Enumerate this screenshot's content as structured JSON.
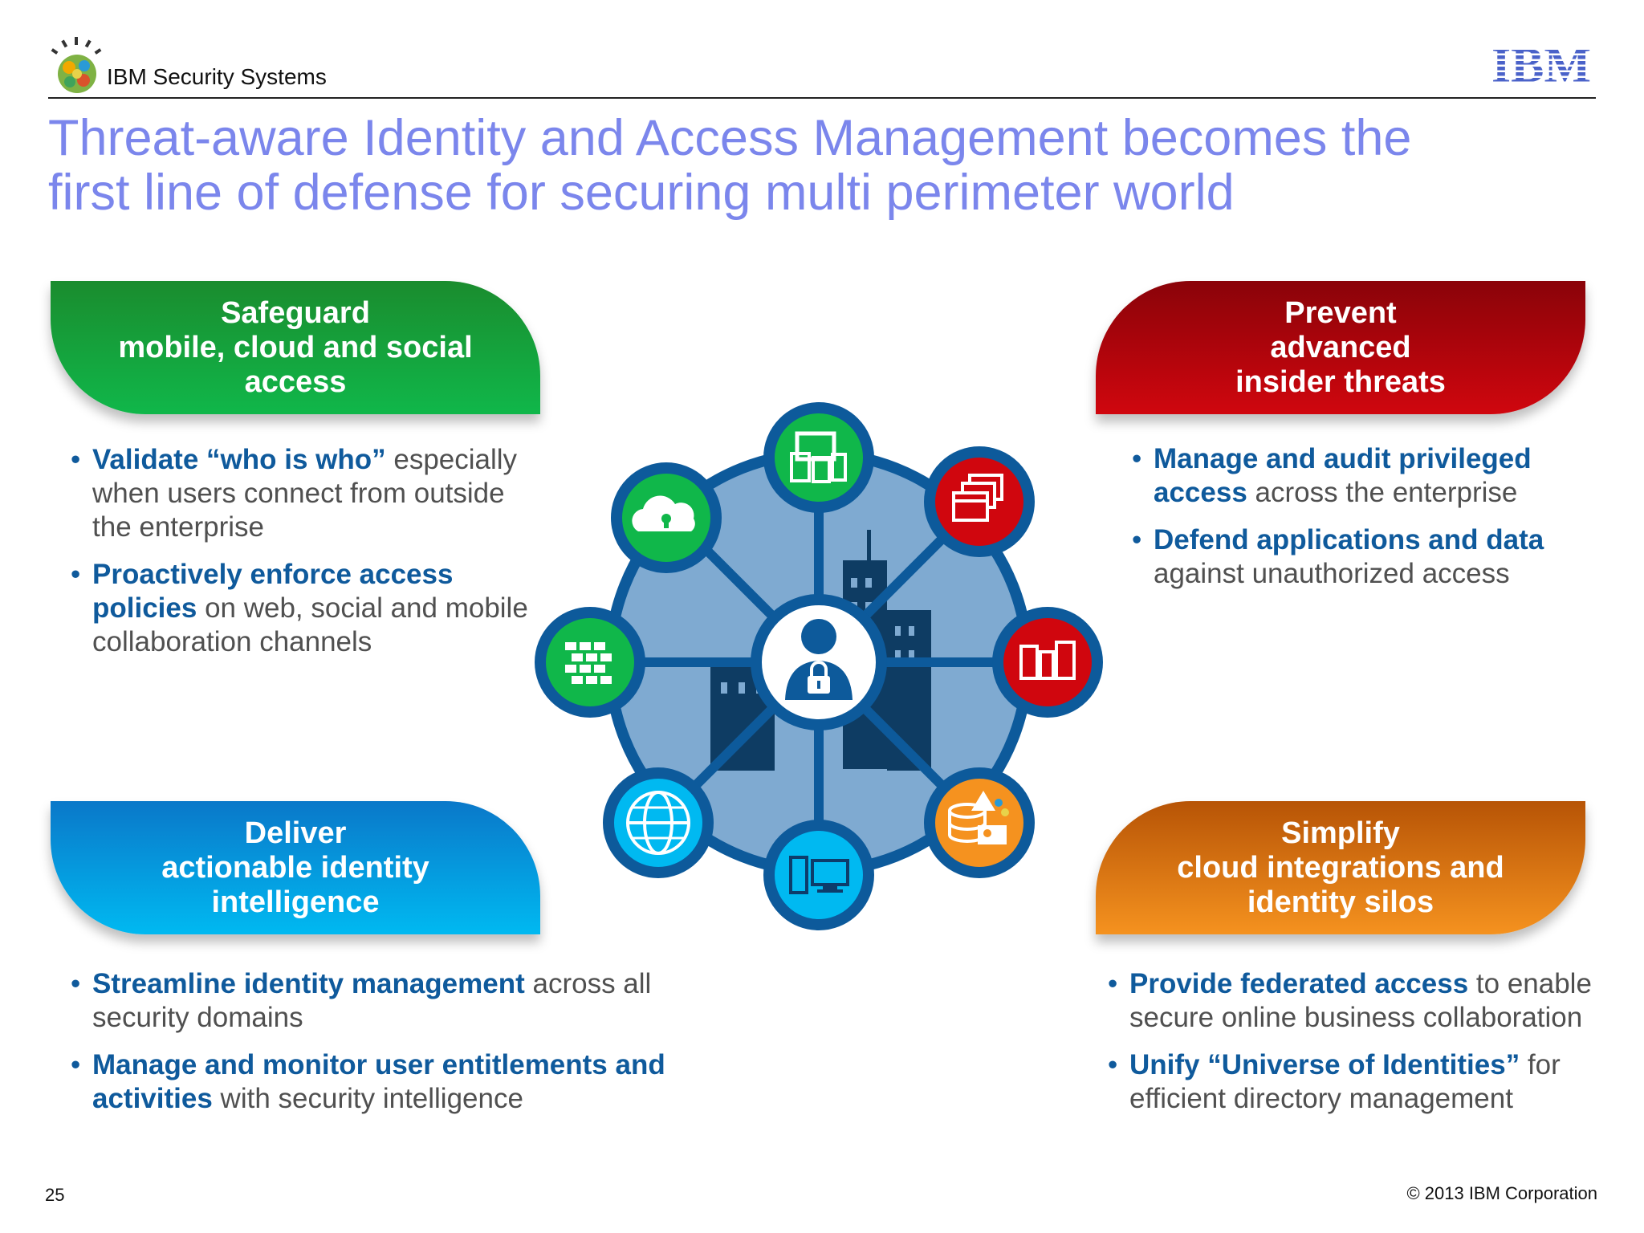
{
  "header": {
    "brand_text": "IBM Security Systems",
    "logo_text": "IBM",
    "title_line1": "Threat-aware Identity and Access Management becomes the",
    "title_line2": "first line of defense for securing multi perimeter world"
  },
  "tabs": {
    "safeguard": [
      "Safeguard",
      "mobile, cloud and social",
      "access"
    ],
    "prevent": [
      "Prevent",
      "advanced",
      "insider threats"
    ],
    "deliver": [
      "Deliver",
      "actionable identity",
      "intelligence"
    ],
    "simplify": [
      "Simplify",
      "cloud integrations and",
      "identity silos"
    ]
  },
  "bullets": {
    "safeguard": [
      {
        "em": "Validate “who is who”",
        "text": "especially when users connect from outside the enterprise"
      },
      {
        "em": "Proactively enforce access policies",
        "text": "on web, social and mobile collaboration channels"
      }
    ],
    "prevent": [
      {
        "em": "Manage and audit privileged access",
        "text": "across the enterprise"
      },
      {
        "em": "Defend applications and data",
        "text": "against unauthorized access"
      }
    ],
    "deliver": [
      {
        "em": "Streamline identity management",
        "text": "across all security domains"
      },
      {
        "em": "Manage and monitor user entitlements and activities",
        "text": "with security intelligence"
      }
    ],
    "simplify": [
      {
        "em": "Provide federated access",
        "text": "to enable secure online business collaboration"
      },
      {
        "em": "Unify “Universe of Identities”",
        "text": "for efficient directory management"
      }
    ]
  },
  "footer": {
    "page_number": "25",
    "copyright": "© 2013 IBM Corporation"
  },
  "colors": {
    "title": "#7b86ec",
    "bullet_emphasis": "#0f5a9c",
    "green": "#10b74a",
    "red": "#d0060e",
    "blue": "#00b9f1",
    "orange": "#f5921f",
    "hub_fill": "#7faad1",
    "hub_ring": "#0d5a9b"
  },
  "diagram": {
    "center_icon": "user-lock-icon",
    "nodes": [
      {
        "icon": "devices-icon",
        "color": "green"
      },
      {
        "icon": "windows-stack-icon",
        "color": "red"
      },
      {
        "icon": "server-rack-icon",
        "color": "red"
      },
      {
        "icon": "database-identity-icon",
        "color": "orange"
      },
      {
        "icon": "desktop-computer-icon",
        "color": "blue"
      },
      {
        "icon": "globe-icon",
        "color": "blue"
      },
      {
        "icon": "firewall-icon",
        "color": "green"
      },
      {
        "icon": "cloud-lock-icon",
        "color": "green"
      }
    ]
  }
}
